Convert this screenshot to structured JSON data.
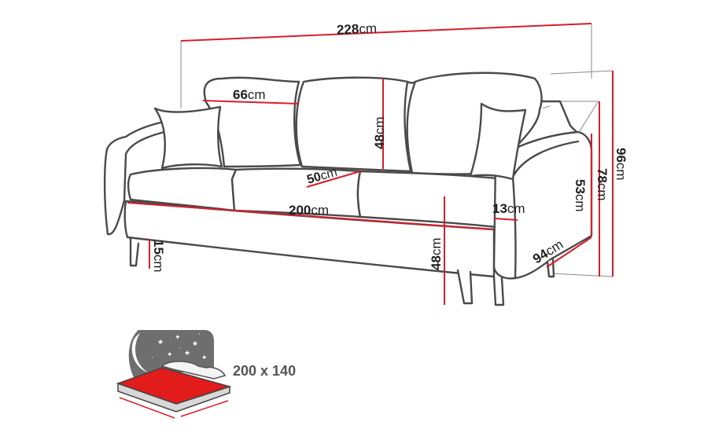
{
  "dimensions": {
    "total_width": {
      "value": "228",
      "unit": "cm"
    },
    "total_height": {
      "value": "96",
      "unit": "cm"
    },
    "armrest_height": {
      "value": "78",
      "unit": "cm"
    },
    "armrest_inner_height": {
      "value": "53",
      "unit": "cm"
    },
    "depth": {
      "value": "94",
      "unit": "cm"
    },
    "armrest_width": {
      "value": "13",
      "unit": "cm"
    },
    "seat_width": {
      "value": "200",
      "unit": "cm"
    },
    "seat_depth": {
      "value": "50",
      "unit": "cm"
    },
    "seat_height": {
      "value": "48",
      "unit": "cm"
    },
    "backrest_height": {
      "value": "48",
      "unit": "cm"
    },
    "cushion_width": {
      "value": "66",
      "unit": "cm"
    },
    "leg_height": {
      "value": "15",
      "unit": "cm"
    }
  },
  "sleeping_area": "200 x 140",
  "colors": {
    "outline": "#4a4a4a",
    "dimension_line": "#d61f2b",
    "guide_line": "#8a8a8a",
    "bed_surface": "#e21b1b",
    "night_sky": "#6e6e6e"
  }
}
